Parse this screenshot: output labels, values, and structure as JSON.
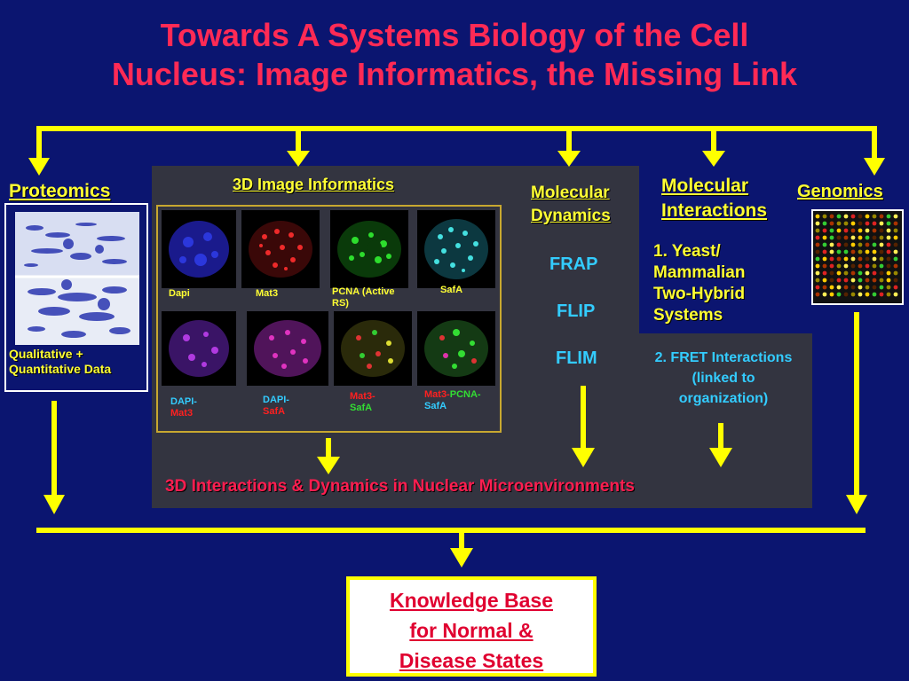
{
  "title": {
    "line1": "Towards A Systems Biology of the Cell",
    "line2": "Nucleus: Image Informatics, the Missing Link"
  },
  "proteomics": {
    "label": "Proteomics",
    "caption_line1": "Qualitative +",
    "caption_line2": "Quantitative Data"
  },
  "image_informatics": {
    "label": "3D Image Informatics",
    "panels": [
      {
        "caption": "Dapi",
        "color": "#2233ff"
      },
      {
        "caption": "Mat3",
        "color": "#dd2222"
      },
      {
        "caption_line1": "PCNA (Active",
        "caption_line2": "RS)",
        "color": "#22cc22"
      },
      {
        "caption": "SafA",
        "color": "#33dddd"
      },
      {
        "caption_a": "DAPI-",
        "caption_b": "Mat3",
        "color": "#8a2bd6"
      },
      {
        "caption_a": "DAPI-",
        "caption_b": "SafA",
        "color": "#c02db0"
      },
      {
        "caption_a": "Mat3-",
        "caption_b": "SafA",
        "color": "#8a8a22"
      },
      {
        "caption_a": "Mat3-",
        "caption_a2": "PCNA-",
        "caption_b": "SafA",
        "color": "#4aa040"
      }
    ]
  },
  "molecular_dynamics": {
    "label_line1": "Molecular",
    "label_line2": "Dynamics",
    "items": [
      "FRAP",
      "FLIP",
      "FLIM"
    ]
  },
  "molecular_interactions": {
    "label_line1": "Molecular",
    "label_line2": "Interactions",
    "item1_line1": "1. Yeast/",
    "item1_line2": "Mammalian",
    "item1_line3": "Two-Hybrid",
    "item1_line4": "Systems",
    "item2_line1": "2. FRET Interactions",
    "item2_line2": "(linked to",
    "item2_line3": "organization)"
  },
  "genomics": {
    "label": "Genomics"
  },
  "bottom_banner": "3D Interactions & Dynamics in Nuclear Microenvironments",
  "knowledge_base": {
    "line1": "Knowledge Base",
    "line2": "for Normal &",
    "line3": "Disease States"
  },
  "colors": {
    "background": "#0b1570",
    "title": "#ff2a55",
    "arrows": "#ffff00",
    "labels": "#ffff33",
    "cyan_text": "#33ccff",
    "red_text": "#ff2020",
    "green_text": "#33dd33",
    "kb_text": "#e00030"
  }
}
